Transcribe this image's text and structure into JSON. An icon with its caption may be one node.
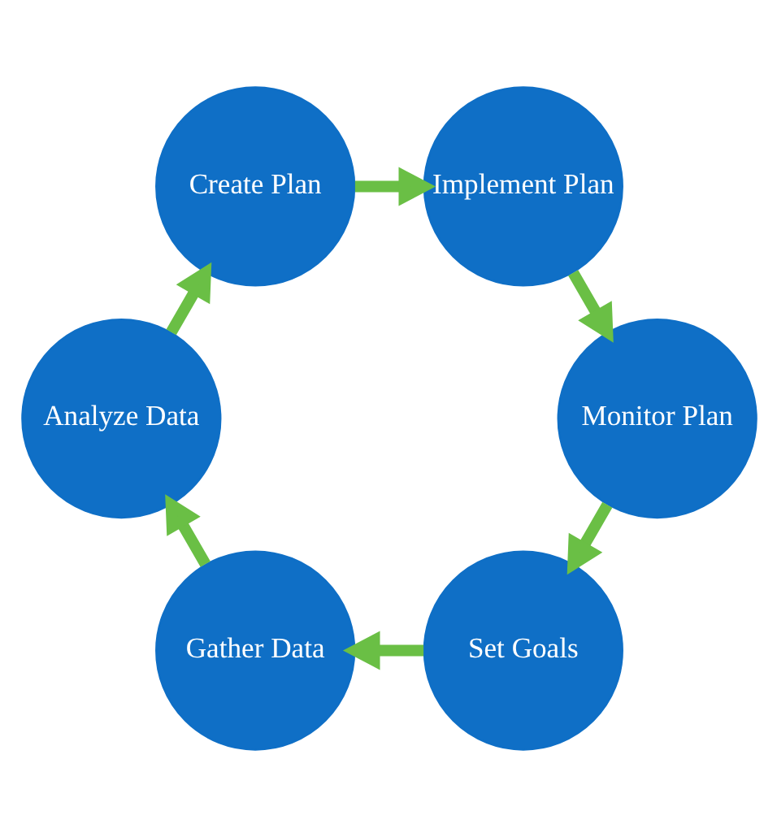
{
  "diagram": {
    "nodes": [
      {
        "text": [
          "Set Goals"
        ]
      },
      {
        "text": [
          "Gather Data"
        ]
      },
      {
        "text": [
          "Analyze Data"
        ]
      },
      {
        "text": [
          "Create Plan"
        ]
      },
      {
        "text": [
          "Implement Plan"
        ]
      },
      {
        "text": [
          "Monitor Plan"
        ]
      }
    ],
    "edges": [
      {
        "from": 0,
        "to": 1,
        "arrow": "to"
      },
      {
        "from": 1,
        "to": 2,
        "arrow": "to"
      },
      {
        "from": 2,
        "to": 3,
        "arrow": "to"
      },
      {
        "from": 3,
        "to": 4,
        "arrow": "to"
      },
      {
        "from": 4,
        "to": 5,
        "arrow": "to"
      },
      {
        "from": 5,
        "to": 0,
        "arrow": "to"
      }
    ]
  }
}
